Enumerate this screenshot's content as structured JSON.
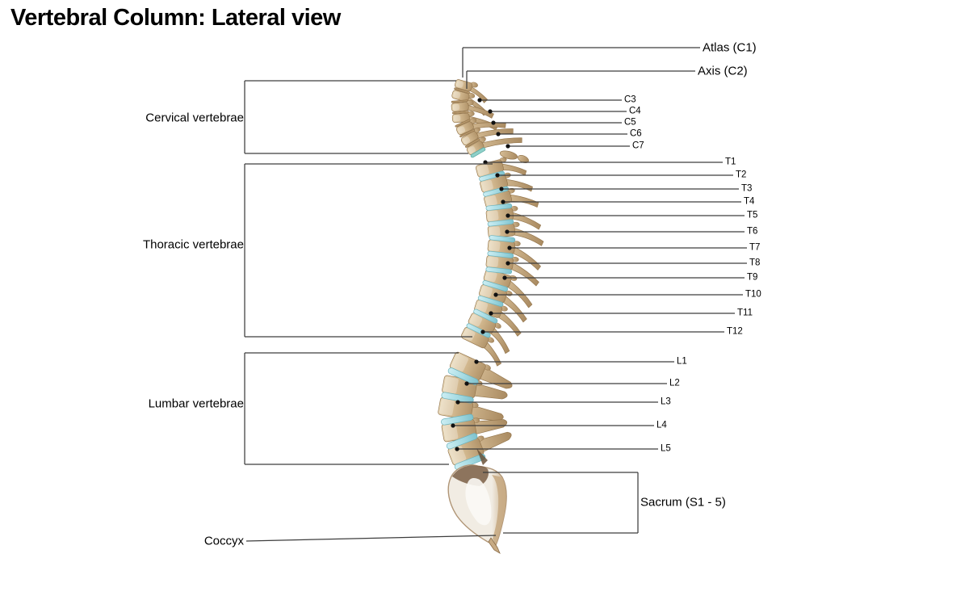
{
  "title": "Vertebral Column: Lateral view",
  "group_labels": [
    {
      "id": "cervical",
      "label": "Cervical vertebrae"
    },
    {
      "id": "thoracic",
      "label": "Thoracic vertebrae"
    },
    {
      "id": "lumbar",
      "label": "Lumbar vertebrae"
    }
  ],
  "vertebra_labels": [
    {
      "id": "atlas",
      "label": "Atlas (C1)"
    },
    {
      "id": "axis",
      "label": "Axis (C2)"
    },
    {
      "id": "c3",
      "label": "C3"
    },
    {
      "id": "c4",
      "label": "C4"
    },
    {
      "id": "c5",
      "label": "C5"
    },
    {
      "id": "c6",
      "label": "C6"
    },
    {
      "id": "c7",
      "label": "C7"
    },
    {
      "id": "t1",
      "label": "T1"
    },
    {
      "id": "t2",
      "label": "T2"
    },
    {
      "id": "t3",
      "label": "T3"
    },
    {
      "id": "t4",
      "label": "T4"
    },
    {
      "id": "t5",
      "label": "T5"
    },
    {
      "id": "t6",
      "label": "T6"
    },
    {
      "id": "t7",
      "label": "T7"
    },
    {
      "id": "t8",
      "label": "T8"
    },
    {
      "id": "t9",
      "label": "T9"
    },
    {
      "id": "t10",
      "label": "T10"
    },
    {
      "id": "t11",
      "label": "T11"
    },
    {
      "id": "t12",
      "label": "T12"
    },
    {
      "id": "l1",
      "label": "L1"
    },
    {
      "id": "l2",
      "label": "L2"
    },
    {
      "id": "l3",
      "label": "L3"
    },
    {
      "id": "l4",
      "label": "L4"
    },
    {
      "id": "l5",
      "label": "L5"
    },
    {
      "id": "sacrum",
      "label": "Sacrum (S1 - 5)"
    },
    {
      "id": "coccyx",
      "label": "Coccyx"
    }
  ],
  "colors": {
    "background": "#ffffff",
    "text": "#000000",
    "leader_line": "#3d3d3d",
    "dot": "#111111",
    "bone": "#d2b88f",
    "bone_light": "#e8d8b8",
    "bone_dark": "#96784f",
    "disc_light": "#cdeef3",
    "disc": "#a6dbe3",
    "disc_dark": "#7fc2cd",
    "disc_edge": "#69b2bd",
    "teal_disc": "#8ed0c9",
    "sacrum_light": "#f1ece3",
    "sacrum_mid": "#c8ab84",
    "sacrum_dark": "#7b5f45"
  }
}
